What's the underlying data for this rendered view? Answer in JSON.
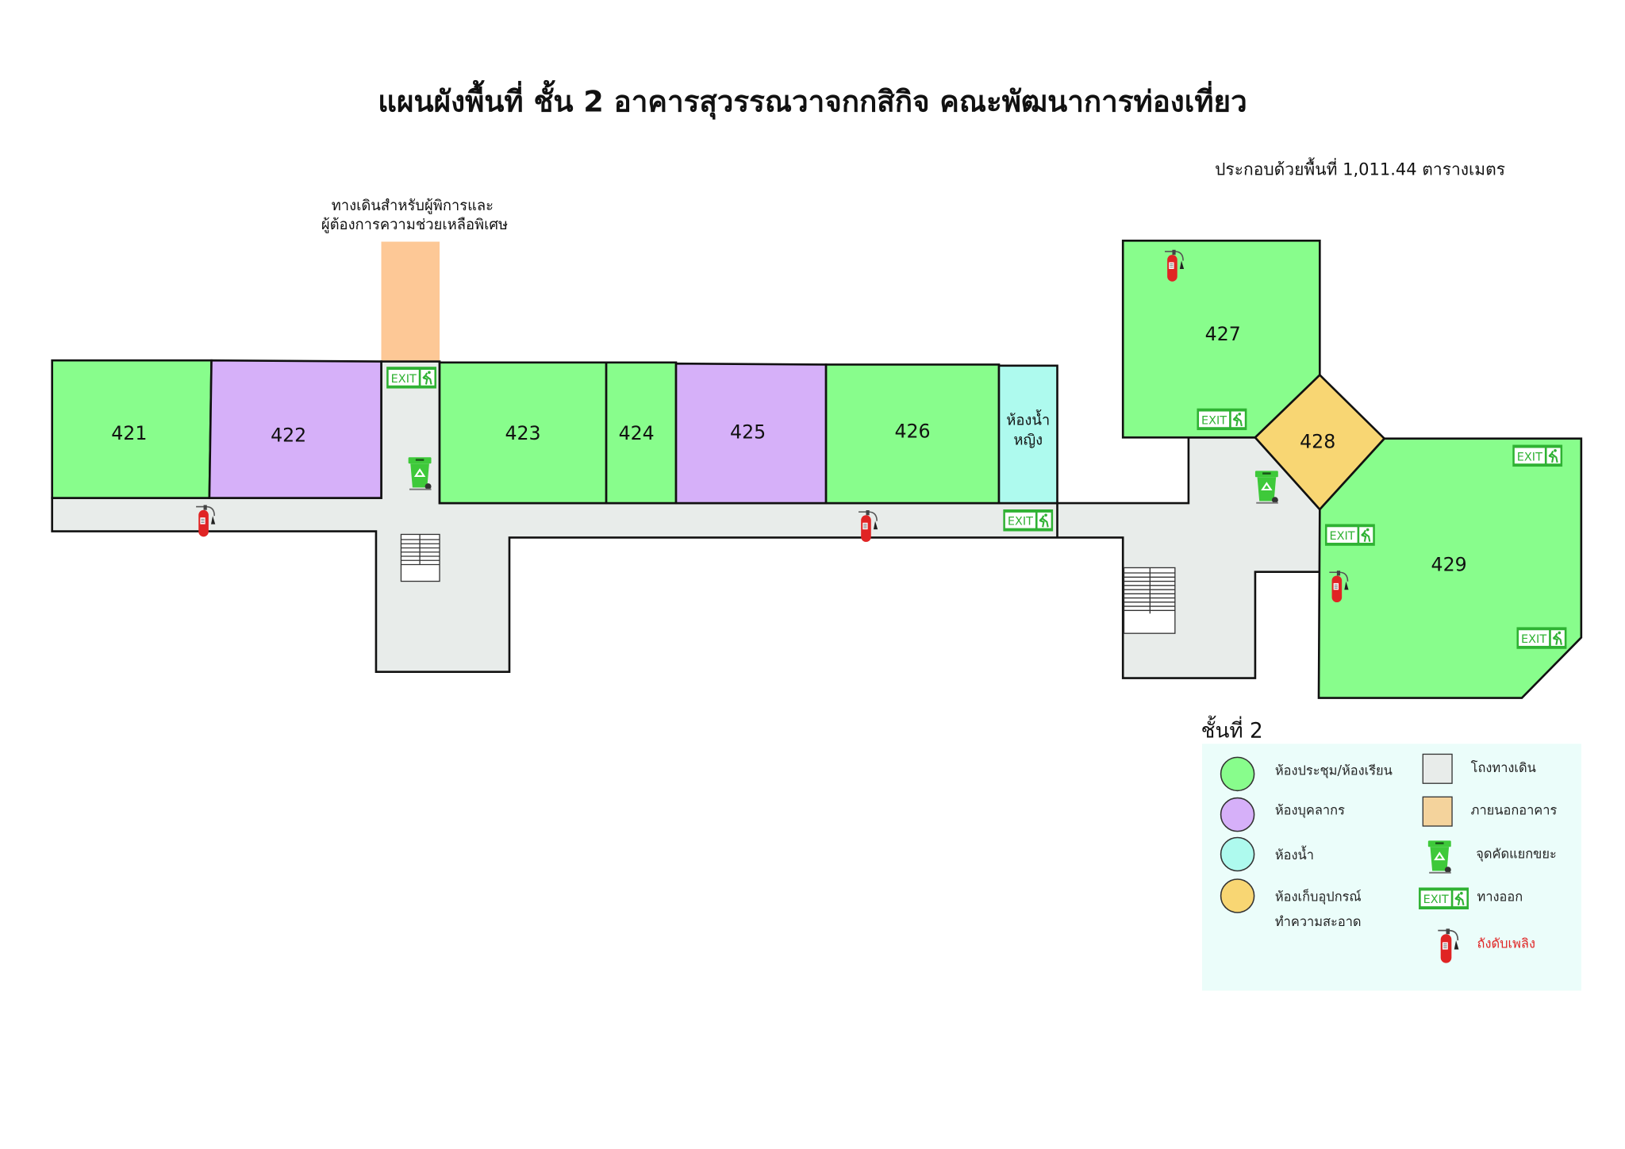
{
  "title": "แผนผังพื้นที่ ชั้น 2 อาคารสุวรรณวาจกกสิกิจ คณะพัฒนาการท่องเที่ยว",
  "area_note": "ประกอบด้วยพื้นที่ 1,011.44 ตารางเมตร",
  "ramp_label": [
    "ทางเดินสำหรับผู้พิการและ",
    "ผู้ต้องการความช่วยเหลือพิเศษ"
  ],
  "exit_sign_text": "EXIT",
  "rooms": {
    "r421": "421",
    "r422": "422",
    "r423": "423",
    "r424": "424",
    "r425": "425",
    "r426": "426",
    "r427": "427",
    "r428": "428",
    "r429": "429",
    "toilet": [
      "ห้องน้ำ",
      "หญิง"
    ]
  },
  "legend": {
    "title": "ชั้นที่ 2",
    "meeting": "ห้องประชุม/ห้องเรียน",
    "staff": "ห้องบุคลากร",
    "toilet": "ห้องน้ำ",
    "storage": [
      "ห้องเก็บอุปกรณ์",
      "ทำความสะอาด"
    ],
    "corridor": "โถงทางเดิน",
    "outside": "ภายนอกอาคาร",
    "recycle": "จุดคัดแยกขยะ",
    "exit": "ทางออก",
    "extinguisher": "ถังดับเพลิง"
  },
  "colors": {
    "meeting": "#88fd8c",
    "staff": "#d6b0f9",
    "toilet": "#aefaee",
    "storage": "#f8d673",
    "corridor": "#e8ecea",
    "outside": "#f4d39c",
    "ramp": "#fdc896",
    "legend_bg": "#ebfdfa",
    "exit_green": "#2fb233",
    "extinguisher_red": "#e02424"
  }
}
